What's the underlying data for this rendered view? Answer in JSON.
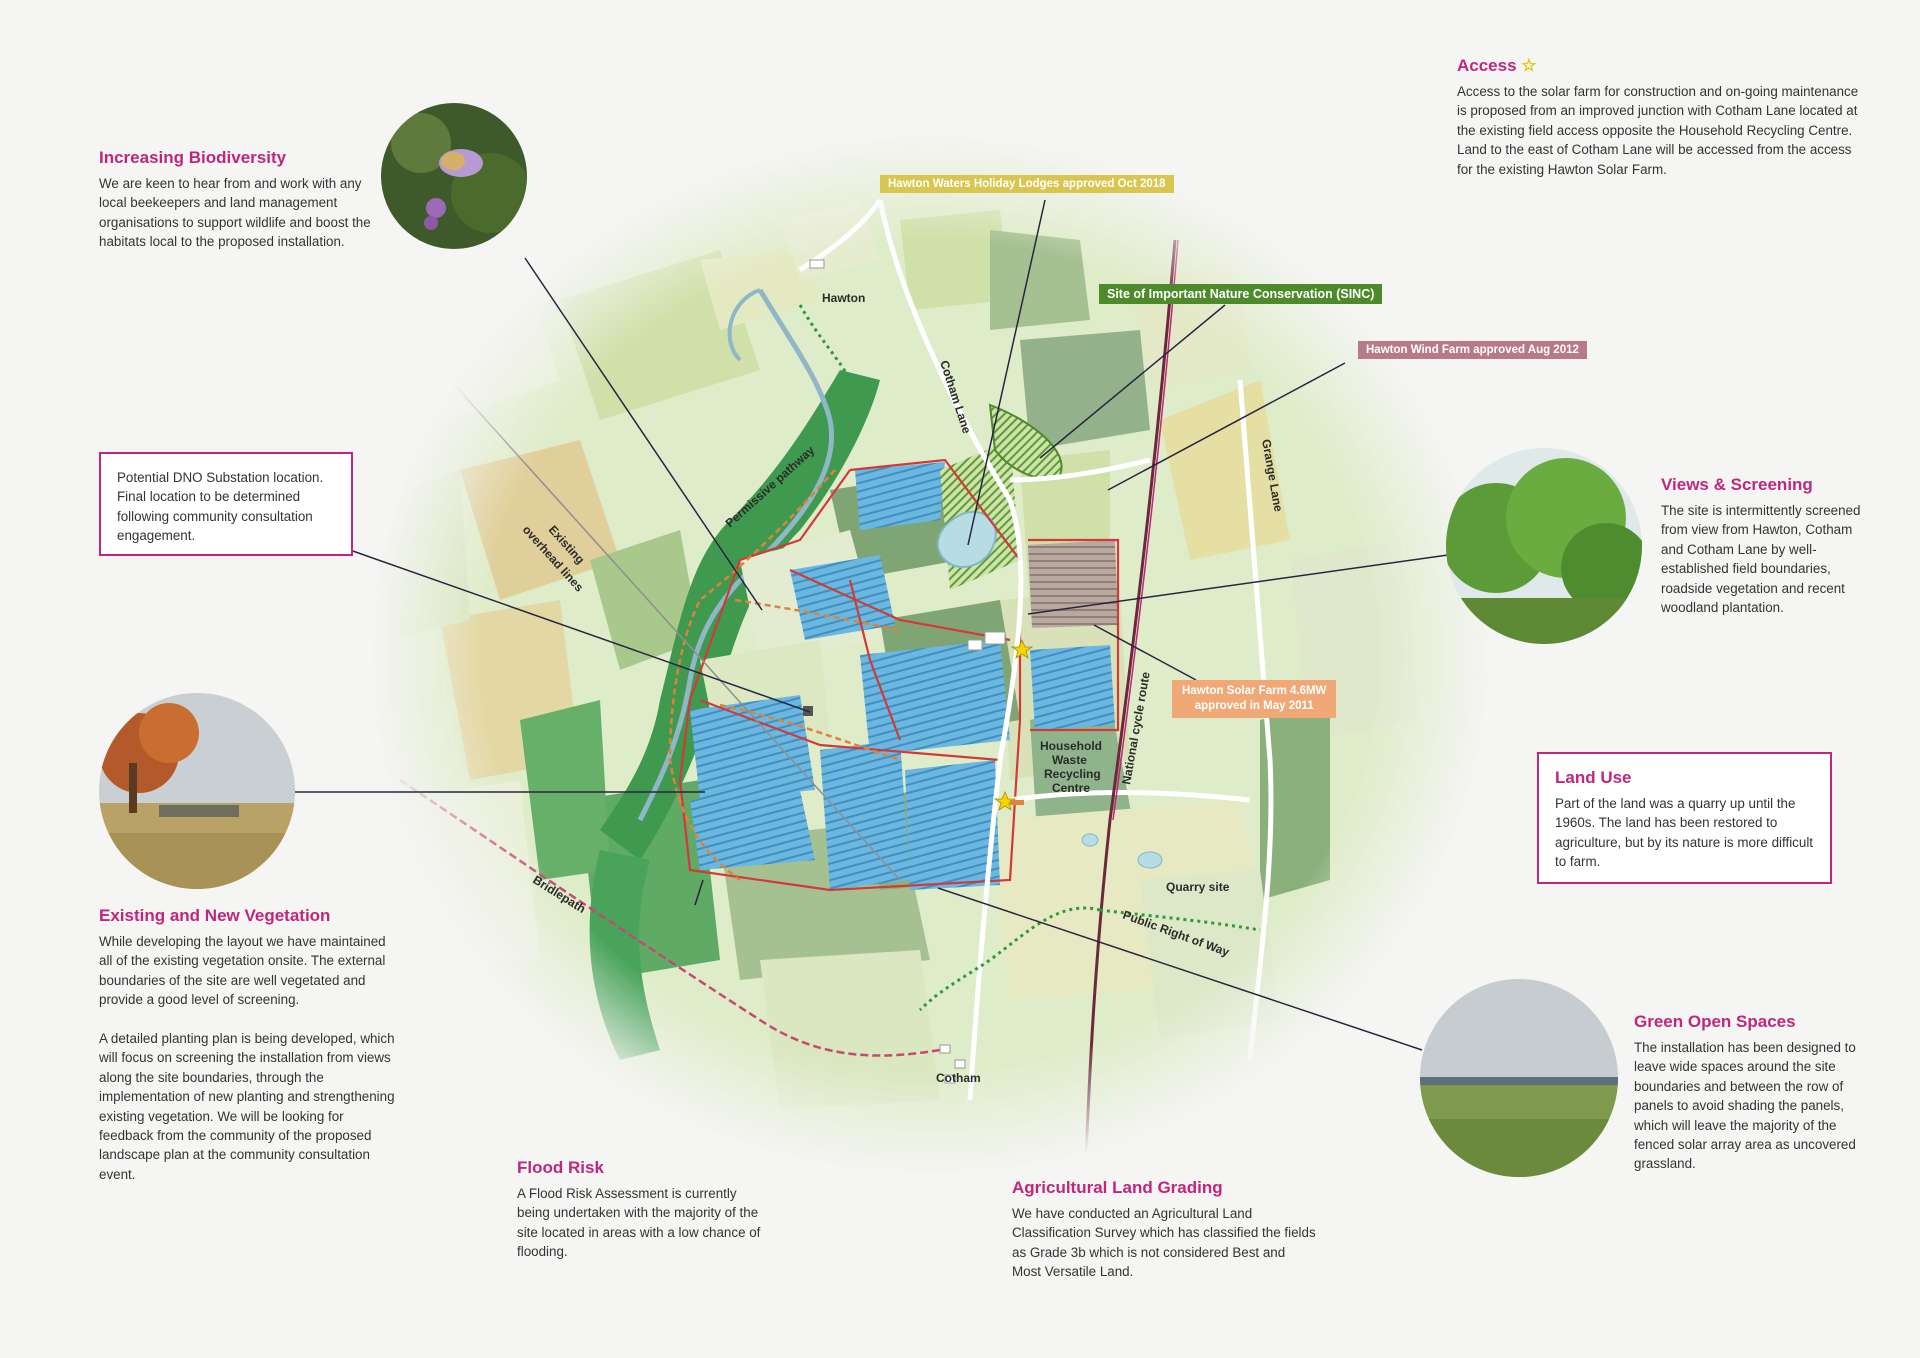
{
  "access": {
    "title": "Access",
    "text": "Access to the solar farm for construction and on-going maintenance is proposed from an improved junction with Cotham Lane located at the existing field access opposite the Household Recycling Centre. Land to the east of Cotham Lane will be accessed from the access for the existing Hawton Solar Farm."
  },
  "biodiversity": {
    "title": "Increasing Biodiversity",
    "text": "We are keen to hear from and work with any local beekeepers and land management organisations to support wildlife and boost the habitats local to the proposed installation."
  },
  "dno": {
    "text": "Potential DNO Substation location. Final location to be determined following community consultation engagement."
  },
  "views": {
    "title": "Views & Screening",
    "text": "The site is intermittently screened from view from Hawton, Cotham and Cotham Lane by well-established field boundaries, roadside vegetation and recent woodland plantation."
  },
  "land_use": {
    "title": "Land Use",
    "text": "Part of the land was a quarry up until the 1960s. The land has been restored to agriculture, but by its nature is more difficult to farm."
  },
  "vegetation": {
    "title": "Existing and New Vegetation",
    "text": "While developing the layout we have maintained all of the existing vegetation onsite. The external boundaries of the site are well vegetated and provide a good level of screening.\n\nA detailed planting plan is being developed, which will focus on screening the installation from views along the site boundaries, through the implementation of new planting and strengthening existing vegetation. We will be looking for feedback from the community of the proposed landscape plan at the community consultation event."
  },
  "green_spaces": {
    "title": "Green Open Spaces",
    "text": "The installation has been designed to leave wide spaces around the site boundaries and between the row of panels to avoid shading the panels, which will leave the majority of the fenced solar array area as uncovered grassland."
  },
  "flood": {
    "title": "Flood Risk",
    "text": "A Flood Risk Assessment is currently being undertaken with the majority of the site located in areas with a low chance of flooding."
  },
  "agri": {
    "title": "Agricultural Land Grading",
    "text": "We have conducted an Agricultural Land Classification Survey which has classified the fields as Grade 3b which is not considered Best and Most Versatile Land."
  },
  "callouts": {
    "holiday": "Hawton Waters Holiday Lodges approved Oct 2018",
    "sinc": "Site of Important Nature Conservation (SINC)",
    "wind": "Hawton Wind Farm approved Aug 2012",
    "solar_line1": "Hawton Solar Farm 4.6MW",
    "solar_line2": "approved in May 2011"
  },
  "map_labels": {
    "hawton": "Hawton",
    "cotham_lane": "Cotham Lane",
    "grange_lane": "Grange Lane",
    "permissive": "Permissive pathway",
    "overhead_1": "Existing",
    "overhead_2": "overhead lines",
    "recycling_1": "Household",
    "recycling_2": "Waste",
    "recycling_3": "Recycling",
    "recycling_4": "Centre",
    "cycle": "National cycle route",
    "quarry": "Quarry site",
    "prow": "Public Right of Way",
    "bridlepath": "Bridlepath",
    "cotham": "Cotham"
  },
  "colors": {
    "accent": "#c0267e",
    "holiday_label": "#d8c650",
    "sinc_label": "#4d8a2b",
    "wind_label": "#b87a86",
    "solar_label": "#f0a877",
    "solar_panels": "#5aaed6",
    "site_boundary": "#d23a3a"
  }
}
